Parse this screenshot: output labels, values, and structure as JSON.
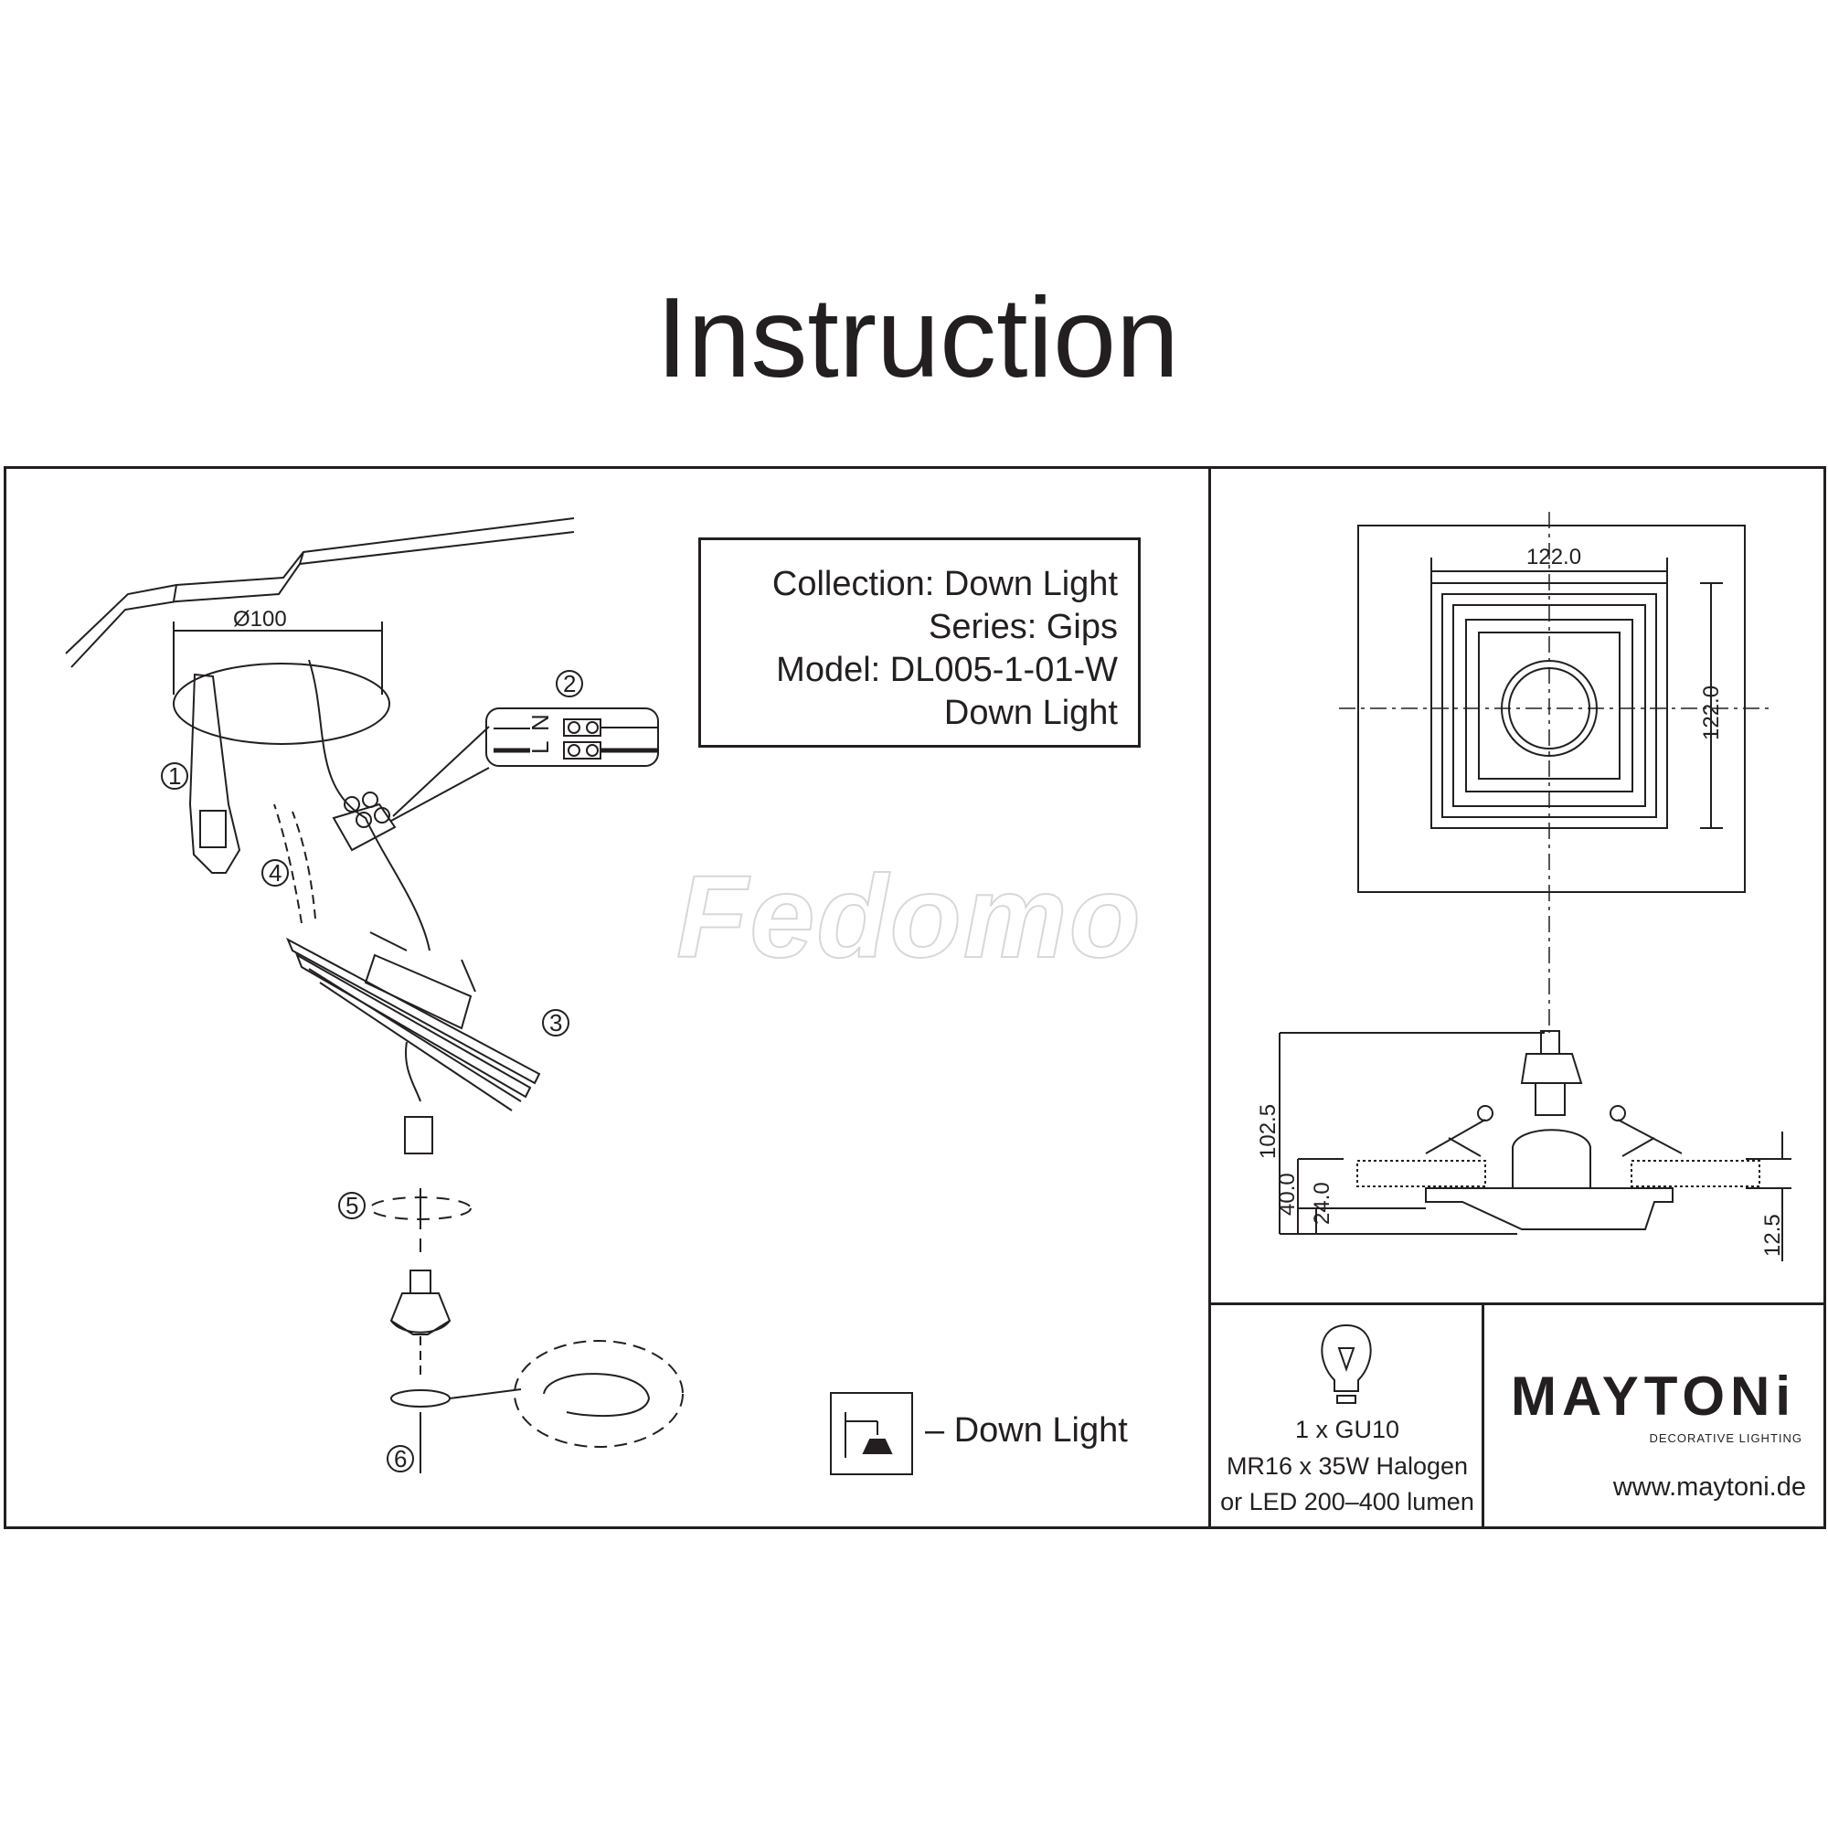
{
  "title": "Instruction",
  "product_info": {
    "collection": "Collection: Down Light",
    "series": "Series: Gips",
    "model": "Model: DL005-1-01-W",
    "type": "Down Light"
  },
  "installation": {
    "hole_diameter": "Ø100",
    "wire_labels": {
      "neutral": "N",
      "live": "L"
    },
    "steps": [
      "1",
      "2",
      "3",
      "4",
      "5",
      "6"
    ]
  },
  "dimensions": {
    "width": "122.0",
    "depth": "122.0",
    "height_total": "102.5",
    "height_40": "40.0",
    "height_24": "24.0",
    "height_12": "12.5"
  },
  "legend": {
    "text": "– Down Light"
  },
  "specs": {
    "lamp_count": "1 x GU10",
    "halogen": "MR16 x 35W Halogen",
    "led": "or LED 200–400 lumen"
  },
  "brand": {
    "name": "MAYTONi",
    "tagline": "DECORATIVE LIGHTING",
    "website": "www.maytoni.de"
  },
  "watermark": "Fedomo"
}
